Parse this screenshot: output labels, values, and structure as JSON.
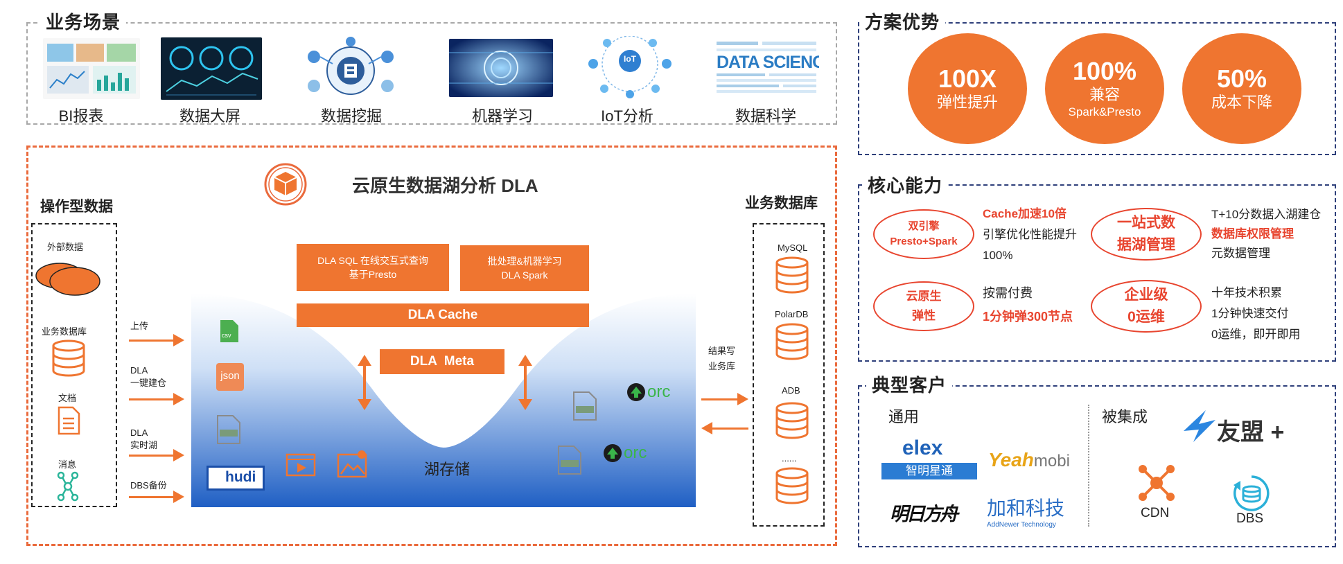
{
  "scenarios": {
    "title": "业务场景",
    "items": [
      {
        "label": "BI报表",
        "icon": "bi-report-icon"
      },
      {
        "label": "数据大屏",
        "icon": "dashboard-screen-icon"
      },
      {
        "label": "数据挖掘",
        "icon": "data-mining-icon"
      },
      {
        "label": "机器学习",
        "icon": "machine-learning-icon"
      },
      {
        "label": "IoT分析",
        "icon": "iot-icon"
      },
      {
        "label": "数据科学",
        "icon": "data-science-icon"
      }
    ],
    "iot_badge": "IoT",
    "data_science_word": "DATA SCIENCE"
  },
  "dla": {
    "title": "云原生数据湖分析 DLA",
    "left_title": "操作型数据",
    "right_title": "业务数据库",
    "left_items": [
      "外部数据",
      "业务数据库",
      "文档",
      "消息"
    ],
    "flows": [
      "上传",
      "DLA\n一键建仓",
      "DLA\n实时湖",
      "DBS备份"
    ],
    "sql_box": {
      "line1": "DLA SQL 在线交互式查询",
      "line2": "基于Presto"
    },
    "spark_box": {
      "line1": "批处理&机器学习",
      "line2": "DLA Spark"
    },
    "cache": "DLA Cache",
    "meta": "DLA  Meta",
    "lake": "湖存储",
    "file_csv": "csv",
    "file_json": "json",
    "hudi": "hudi",
    "orc": "orc",
    "result_write": "结果写\n业务库",
    "right_dbs": [
      "MySQL",
      "PolarDB",
      "ADB",
      "......"
    ]
  },
  "advantages": {
    "title": "方案优势",
    "items": [
      {
        "big": "100X",
        "small": "弹性提升"
      },
      {
        "big": "100%",
        "small": "兼容",
        "tiny": "Spark&Presto"
      },
      {
        "big": "50%",
        "small": "成本下降"
      }
    ]
  },
  "capabilities": {
    "title": "核心能力",
    "ovals": [
      {
        "line1": "双引擎",
        "line2": "Presto+Spark"
      },
      {
        "line1": "一站式数",
        "line2": "据湖管理"
      },
      {
        "line1": "云原生",
        "line2": "弹性"
      },
      {
        "line1": "企业级",
        "line2": "0运维"
      }
    ],
    "text1": {
      "a": "Cache加速10倍",
      "b": "引擎优化性能提升",
      "c": "100%"
    },
    "text2": {
      "a": "T+10分数据入湖建仓",
      "b": "数据库权限管理",
      "c": "元数据管理"
    },
    "text3": {
      "a": "按需付费",
      "b": "1分钟弹300节点"
    },
    "text4": {
      "a": "十年技术积累",
      "b": "1分钟快速交付",
      "c": "0运维，即开即用"
    }
  },
  "customers": {
    "title": "典型客户",
    "general": "通用",
    "integrated": "被集成",
    "logos": {
      "elex": "elex",
      "elex_cn": "智明星通",
      "yeahmobi_a": "Yeah",
      "yeahmobi_b": "mobi",
      "mingri": "明日方舟",
      "jiahe": "加和科技",
      "jiahe_en": "AddNewer Technology",
      "youmeng": "友盟 +",
      "cdn": "CDN",
      "dbs": "DBS"
    }
  },
  "colors": {
    "orange": "#ef7530",
    "red": "#e8452f",
    "navy": "#2e3f7a",
    "lake_blue": "#1f5fc4"
  }
}
